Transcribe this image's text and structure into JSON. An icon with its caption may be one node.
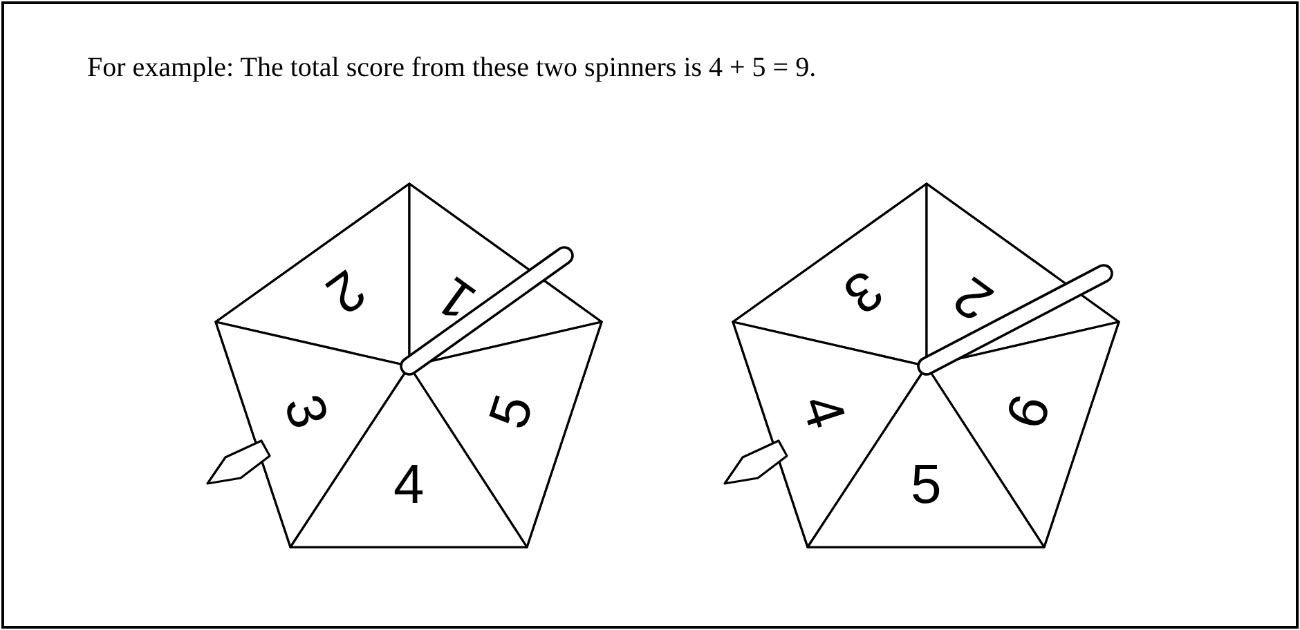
{
  "diagram": {
    "nodes": [
      {
        "text": [],
        "shape": "pentagon"
      },
      {
        "text": [
          "2"
        ],
        "in": 0
      },
      {
        "text": [
          "1"
        ],
        "in": 0
      },
      {
        "text": [
          "3"
        ],
        "in": 0
      },
      {
        "text": [
          "5"
        ],
        "in": 0
      },
      {
        "text": [
          "4"
        ],
        "in": 0
      },
      {
        "text": [],
        "shape": "pentagon"
      },
      {
        "text": [
          "3"
        ],
        "in": 6
      },
      {
        "text": [
          "2"
        ],
        "in": 6
      },
      {
        "text": [
          "4"
        ],
        "in": 6
      },
      {
        "text": [
          "6"
        ],
        "in": 6
      },
      {
        "text": [
          "5"
        ],
        "in": 6
      }
    ],
    "labels": [
      "For example: The total score from these two spinners is 4 + 5 = 9."
    ]
  }
}
